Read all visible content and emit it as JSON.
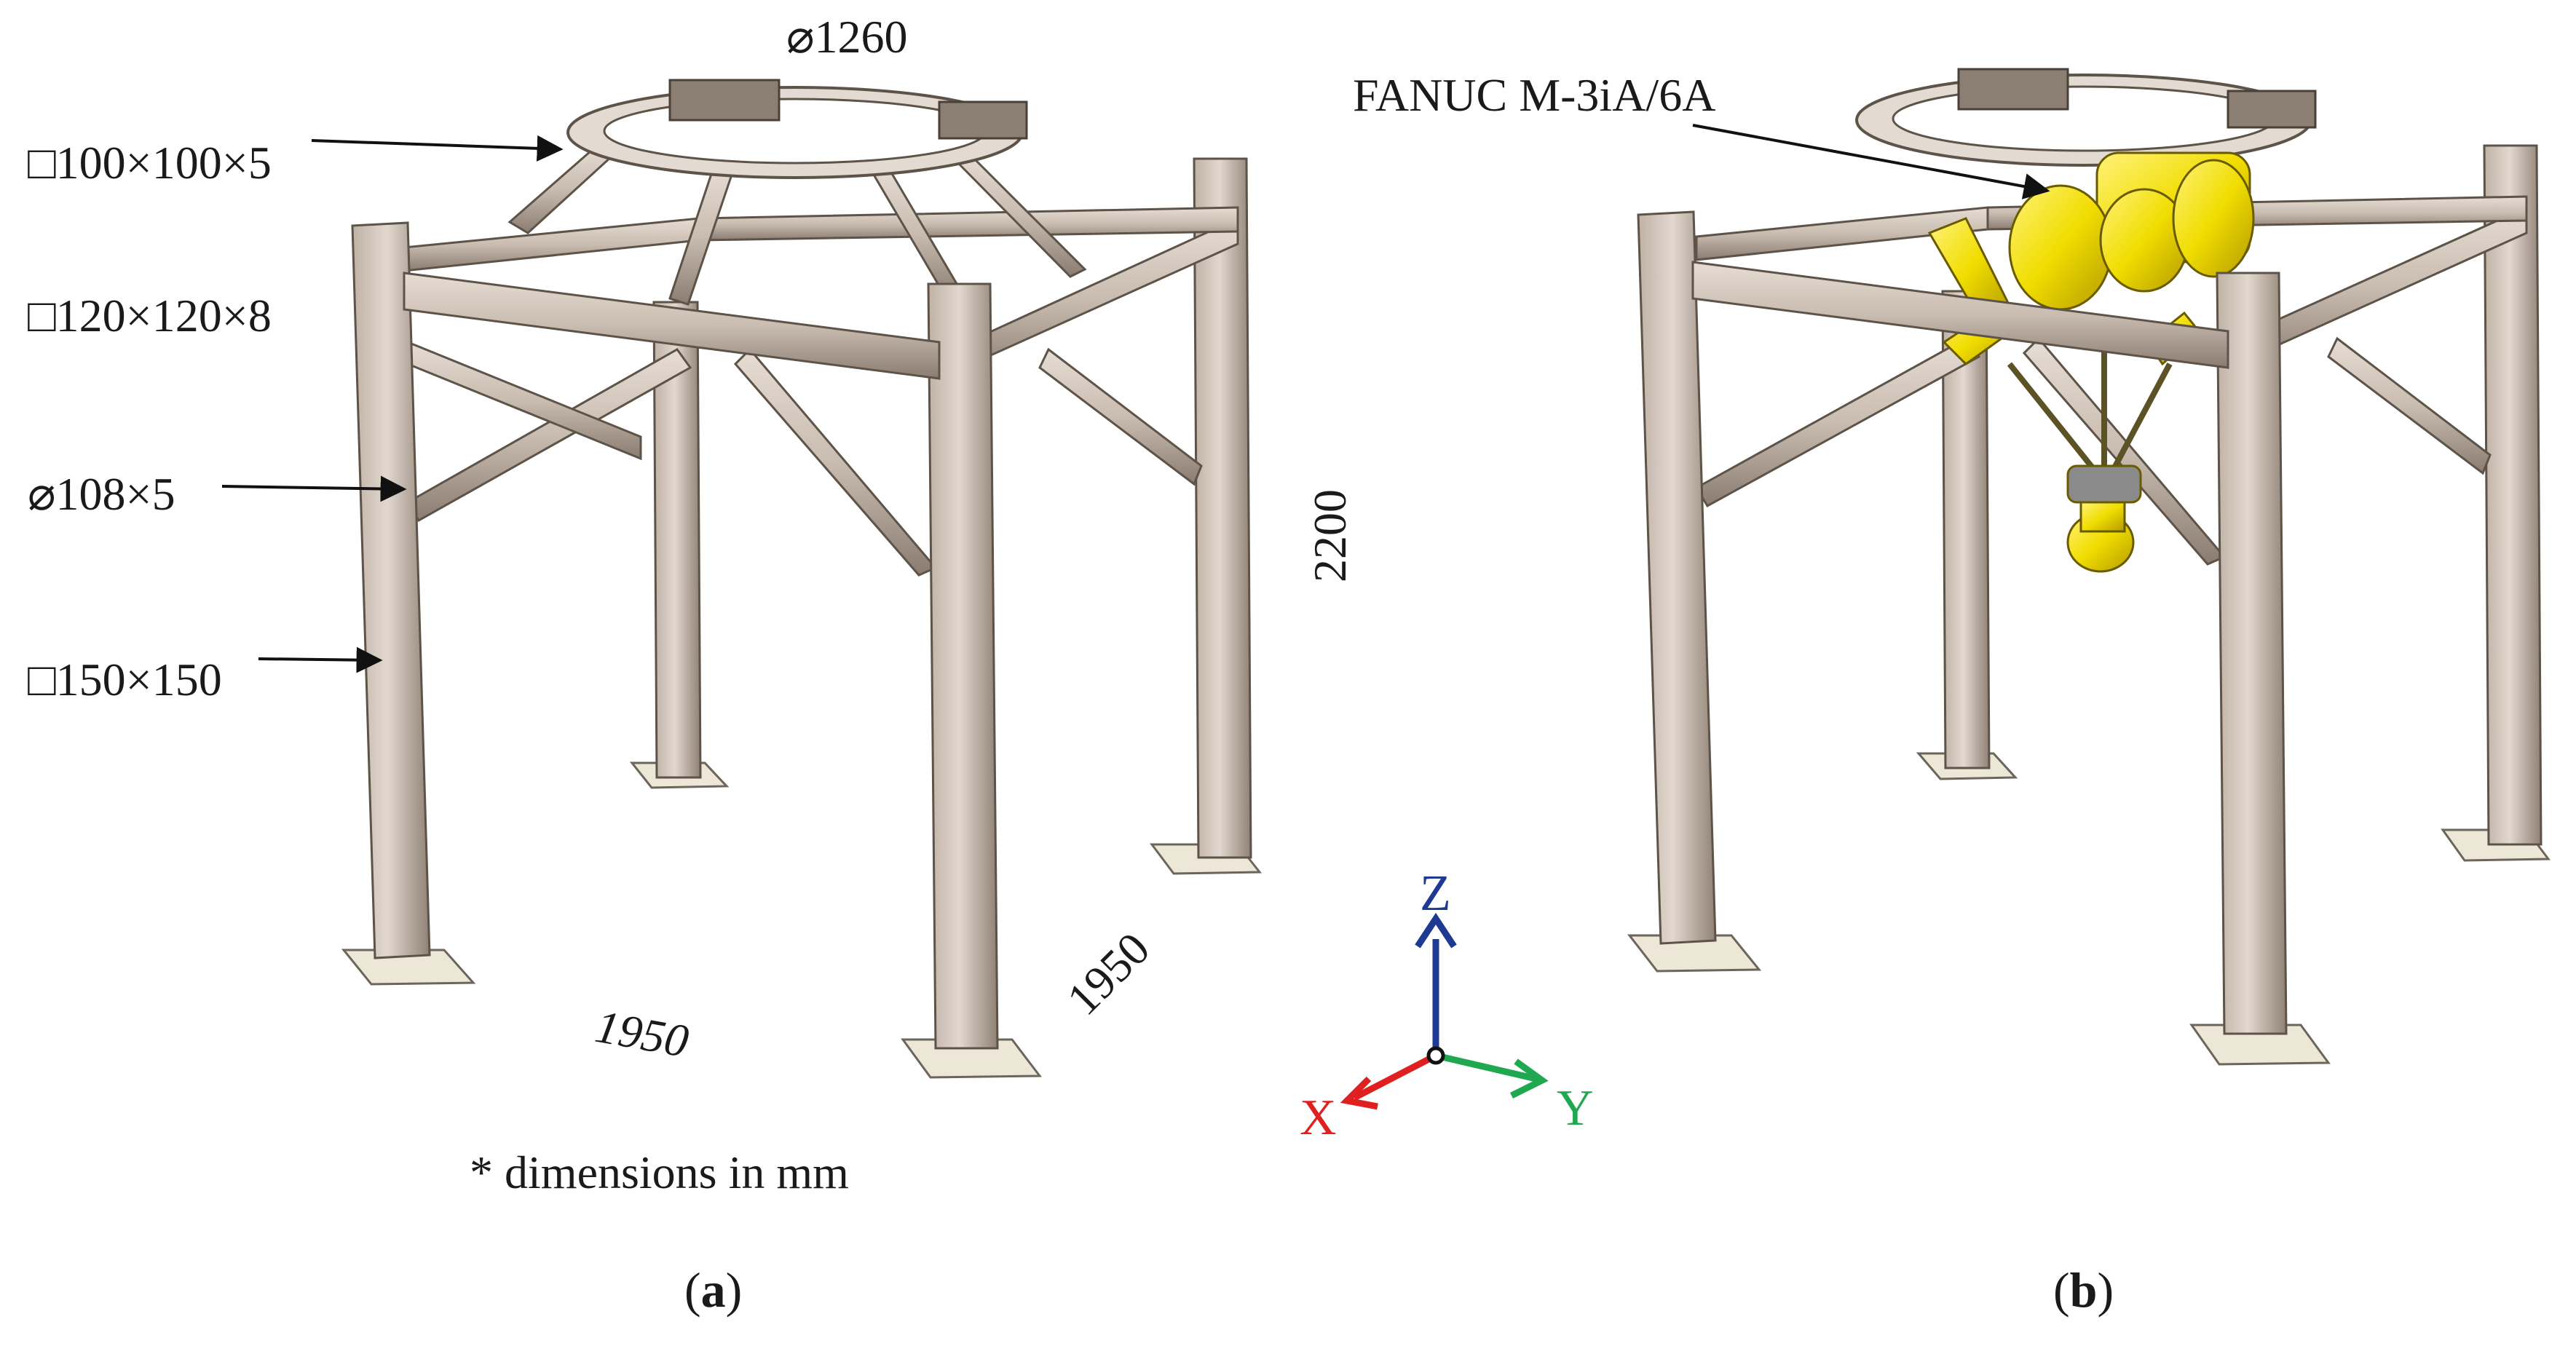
{
  "figure": {
    "panel_a": {
      "caption": "(a)",
      "caption_letter": "a",
      "labels": {
        "ring_diameter": "⌀1260",
        "beam_small": "□100×100×5",
        "beam_mid": "□120×120×8",
        "brace_tube": "⌀108×5",
        "column": "□150×150",
        "height": "2200",
        "width_right": "1950",
        "width_front": "1950",
        "note": "* dimensions in mm"
      }
    },
    "panel_b": {
      "caption": "(b)",
      "caption_letter": "b",
      "robot_label": "FANUC M-3iA/6A"
    },
    "axes": {
      "z": "Z",
      "x": "X",
      "y": "Y",
      "colors": {
        "z": "#1f3a93",
        "x": "#e02020",
        "y": "#1fa84f"
      }
    },
    "colors": {
      "steel": "#cfc3b8",
      "steel_dark": "#8d7f73",
      "robot": "#f2e600"
    }
  }
}
